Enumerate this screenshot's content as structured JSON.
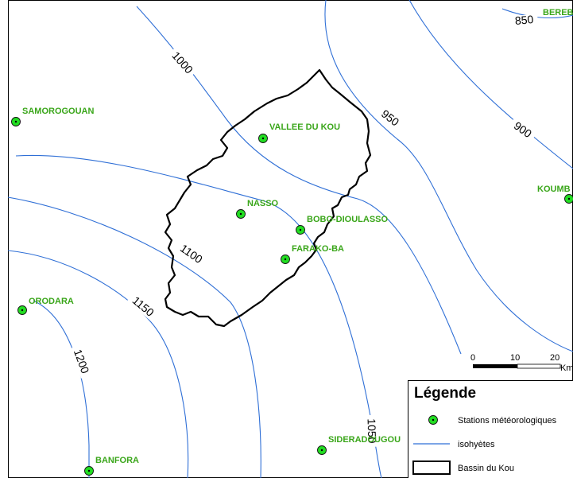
{
  "stations": [
    {
      "id": "samorogouan",
      "name": "SAMOROGOUAN"
    },
    {
      "id": "vallee-du-kou",
      "name": "VALLEE DU KOU"
    },
    {
      "id": "nasso",
      "name": "NASSO"
    },
    {
      "id": "bobo-dioulasso",
      "name": "BOBO-DIOULASSO"
    },
    {
      "id": "farako-ba",
      "name": "FARAKO-BA"
    },
    {
      "id": "orodara",
      "name": "ORODARA"
    },
    {
      "id": "sideradougou",
      "name": "SIDERADOUGOU"
    },
    {
      "id": "banfora",
      "name": "BANFORA"
    },
    {
      "id": "koumbia",
      "name": "KOUMB"
    },
    {
      "id": "bereba",
      "name": "BEREB"
    }
  ],
  "isohyets": [
    {
      "id": "850",
      "label": "850"
    },
    {
      "id": "900",
      "label": "900"
    },
    {
      "id": "950",
      "label": "950"
    },
    {
      "id": "1000",
      "label": "1000"
    },
    {
      "id": "1050",
      "label": "1050"
    },
    {
      "id": "1100",
      "label": "1100"
    },
    {
      "id": "1150",
      "label": "1150"
    },
    {
      "id": "1200",
      "label": "1200"
    }
  ],
  "scale_bar": {
    "ticks": [
      "0",
      "10",
      "20"
    ],
    "unit": "Km"
  },
  "legend": {
    "title": "Légende",
    "items": [
      {
        "id": "stations",
        "label": "Stations météorologiques"
      },
      {
        "id": "isohyetes",
        "label": "isohyètes"
      },
      {
        "id": "bassin",
        "label": "Bassin du Kou"
      }
    ]
  },
  "colors": {
    "isohyet": "#2f6fd6",
    "station": "#22dd22",
    "label": "#3aa61a",
    "basin": "#000000"
  }
}
